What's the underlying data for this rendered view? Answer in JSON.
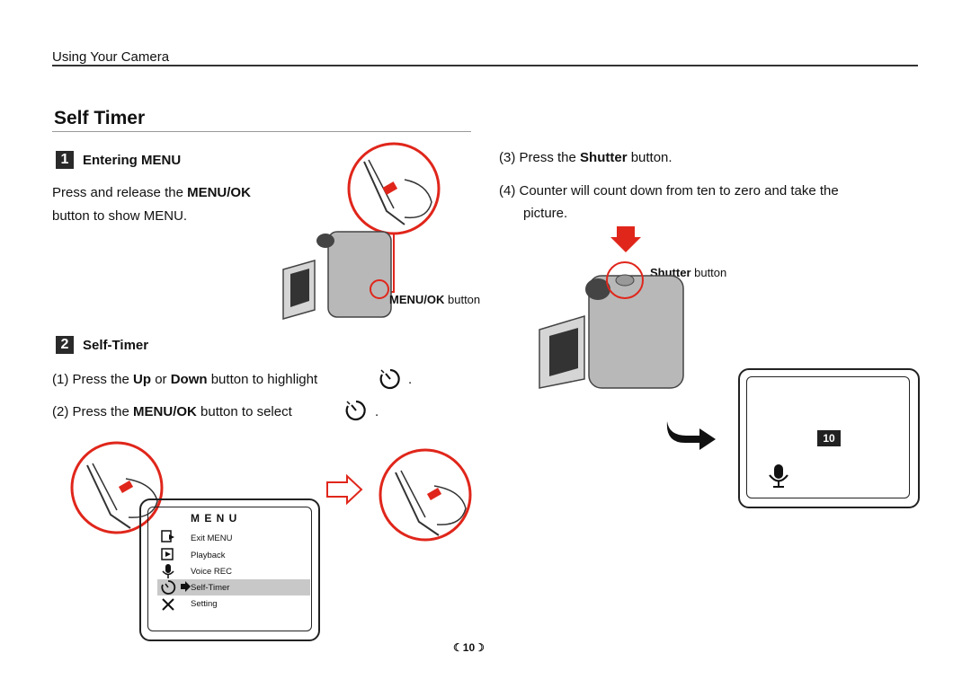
{
  "header": {
    "section": "Using Your Camera"
  },
  "title": "Self Timer",
  "step1": {
    "number": "1",
    "heading": "Entering MENU",
    "text_a": "Press and release the ",
    "text_bold": "MENU/OK",
    "text_b": "button to show MENU.",
    "callout_bold": "MENU/OK",
    "callout_rest": " button"
  },
  "step2": {
    "number": "2",
    "heading": "Self-Timer",
    "line1_a": "(1) Press the ",
    "line1_b1": "Up",
    "line1_mid": " or ",
    "line1_b2": "Down",
    "line1_c": " button to highlight",
    "line2_a": "(2) Press the ",
    "line2_b": "MENU/OK",
    "line2_c": " button to select",
    "period": "."
  },
  "menu": {
    "title": "M E N U",
    "items": [
      "Exit MENU",
      "Playback",
      "Voice REC",
      "Self-Timer",
      "Setting"
    ],
    "selected_index": 3
  },
  "right": {
    "step3_a": "(3) Press the ",
    "step3_b": "Shutter",
    "step3_c": " button.",
    "step4_line1": "(4) Counter will count down from ten to zero and take the",
    "step4_line2": "picture.",
    "shutter_bold": "Shutter",
    "shutter_rest": " button",
    "counter": "10"
  },
  "footer": {
    "page": "10"
  },
  "colors": {
    "accent_red": "#e0261b",
    "dark": "#2a2a2a",
    "highlight": "#c8c8c8"
  }
}
